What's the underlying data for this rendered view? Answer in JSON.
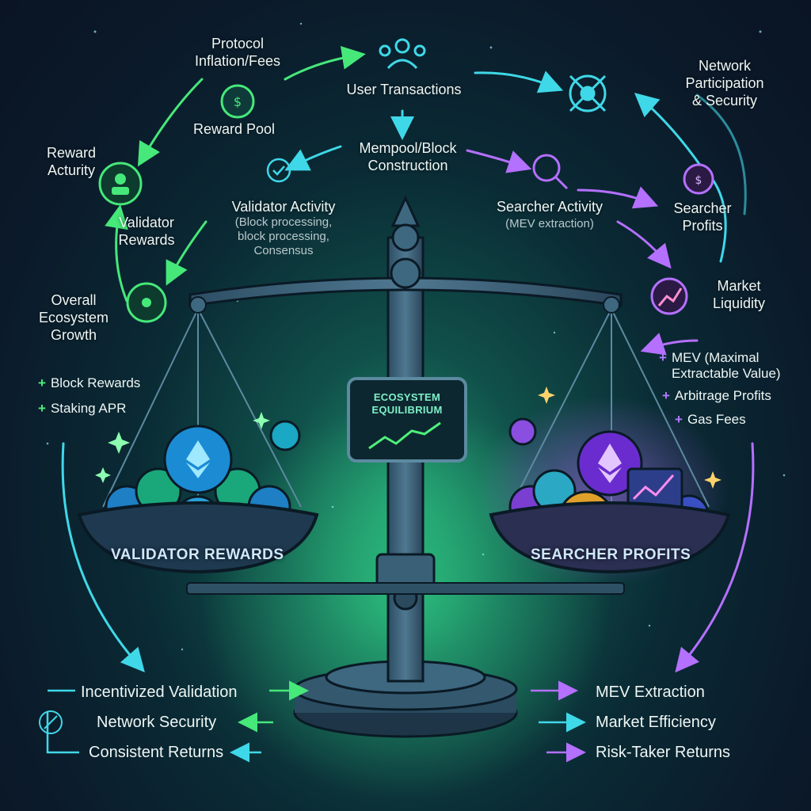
{
  "labels": {
    "protocol_fees": "Protocol\nInflation/Fees",
    "user_transactions": "User Transactions",
    "network_participation": "Network\nParticipation\n& Security",
    "reward_pool": "Reward Pool",
    "reward_activity": "Reward\nActurity",
    "mempool": "Mempool/Block\nConstruction",
    "validator_activity": "Validator Activity",
    "validator_activity_sub": "(Block processing,\nblock processing,\nConsensus",
    "searcher_activity": "Searcher Activity",
    "searcher_activity_sub": "(MEV extraction)",
    "validator_rewards_node": "Validator\nRewards",
    "searcher_profits_node": "Searcher\nProfits",
    "market_liquidity": "Market\nLiquidity",
    "ecosystem_growth": "Overall\nEcosystem\nGrowth"
  },
  "left_bullets": [
    "Block Rewards",
    "Staking APR"
  ],
  "right_bullets": [
    "MEV (Maximal\nExtractable Value)",
    "Arbitrage Profits",
    "Gas Fees"
  ],
  "sign": "ECOSYSTEM\nEQUILIBRIUM",
  "pans": {
    "left": "VALIDATOR REWARDS",
    "right": "SEARCHER PROFITS"
  },
  "bottom_left": [
    "Incentivized Validation",
    "Network Security",
    "Consistent Returns"
  ],
  "bottom_right": [
    "MEV Extraction",
    "Market Efficiency",
    "Risk-Taker Returns"
  ],
  "colors": {
    "validator_accent": "#3df07a",
    "searcher_accent": "#b470ff",
    "flow_cyan": "#3fd8e8",
    "background": "#0b1a2a"
  }
}
